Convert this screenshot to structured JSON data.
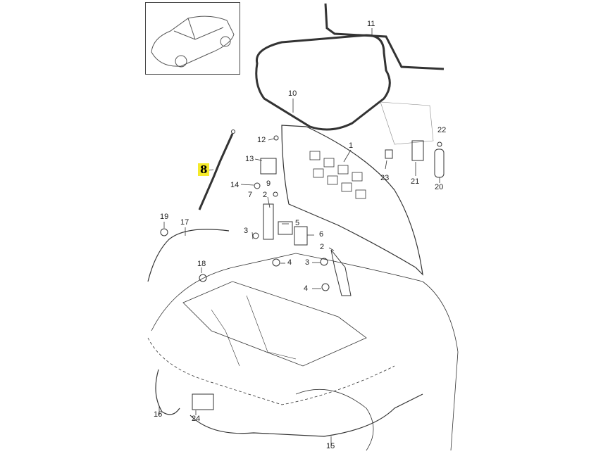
{
  "highlighted_part": "8",
  "highlight_color": "#f5ea2a",
  "callouts": [
    {
      "id": "c1",
      "label": "1"
    },
    {
      "id": "c2a",
      "label": "2"
    },
    {
      "id": "c2b",
      "label": "2"
    },
    {
      "id": "c3a",
      "label": "3"
    },
    {
      "id": "c3b",
      "label": "3"
    },
    {
      "id": "c4a",
      "label": "4"
    },
    {
      "id": "c4b",
      "label": "4"
    },
    {
      "id": "c5",
      "label": "5"
    },
    {
      "id": "c6",
      "label": "6"
    },
    {
      "id": "c7",
      "label": "7"
    },
    {
      "id": "c9",
      "label": "9"
    },
    {
      "id": "c10",
      "label": "10"
    },
    {
      "id": "c11",
      "label": "11"
    },
    {
      "id": "c12",
      "label": "12"
    },
    {
      "id": "c13",
      "label": "13"
    },
    {
      "id": "c14",
      "label": "14"
    },
    {
      "id": "c15",
      "label": "15"
    },
    {
      "id": "c16",
      "label": "16"
    },
    {
      "id": "c17",
      "label": "17"
    },
    {
      "id": "c18",
      "label": "18"
    },
    {
      "id": "c19",
      "label": "19"
    },
    {
      "id": "c20",
      "label": "20"
    },
    {
      "id": "c21",
      "label": "21"
    },
    {
      "id": "c22",
      "label": "22"
    },
    {
      "id": "c23",
      "label": "23"
    },
    {
      "id": "c24",
      "label": "24"
    }
  ]
}
